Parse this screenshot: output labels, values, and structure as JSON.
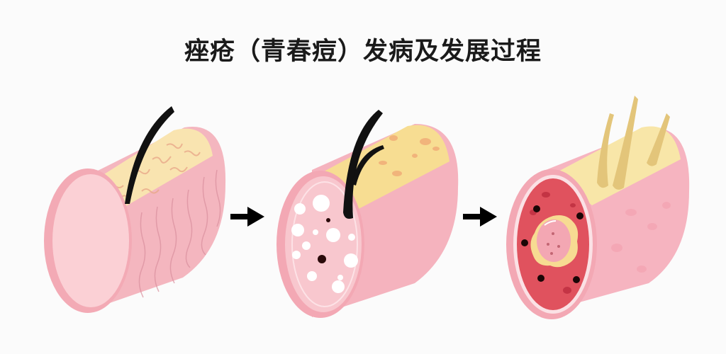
{
  "title": "痤疮（青春痘）发病及发展过程",
  "stages": [
    {
      "id": "normal",
      "label": "normal-skin-follicle",
      "colors": {
        "skin": "#f4b6bf",
        "face": "#fbd0d5",
        "sebum": "#f9e4b0",
        "hair": "#111111"
      }
    },
    {
      "id": "clogged",
      "label": "clogged-pore-comedone",
      "colors": {
        "skin": "#f5b3be",
        "face": "#f8c7ce",
        "sebum": "#f7dd92",
        "hair": "#111111",
        "spots": "#ffffff",
        "dots": "#2a0a0a"
      }
    },
    {
      "id": "inflamed",
      "label": "inflamed-acne-pustule",
      "colors": {
        "skin": "#f6b4c0",
        "inner": "#e0525e",
        "pus": "#f7db92",
        "core": "#f3a7b3",
        "sebum": "#f8e6a8",
        "strands": "#e3c57a"
      }
    }
  ],
  "arrows": [
    {
      "icon": "arrow-right-icon"
    },
    {
      "icon": "arrow-right-icon"
    }
  ]
}
